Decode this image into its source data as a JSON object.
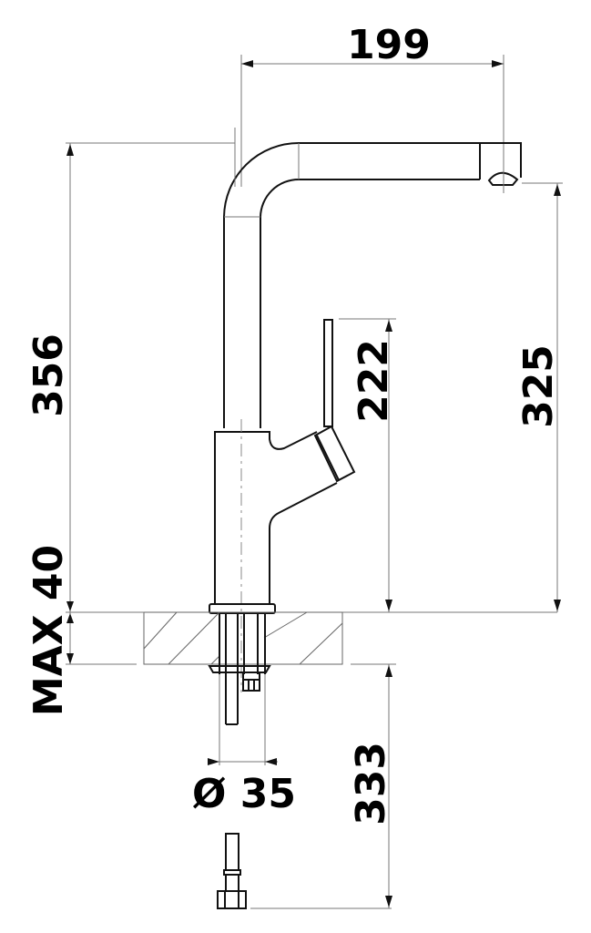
{
  "drawing": {
    "title": "Kitchen faucet technical dimension drawing",
    "units": "mm",
    "line_color": "#111111",
    "dimension_line_color": "#777777",
    "background": "#ffffff"
  },
  "dimensions": {
    "spout_reach": {
      "label": "199",
      "orientation": "horizontal"
    },
    "total_height": {
      "label": "356",
      "orientation": "vertical"
    },
    "lever_height": {
      "label": "222",
      "orientation": "vertical"
    },
    "spout_outlet_height": {
      "label": "325",
      "orientation": "vertical"
    },
    "max_countertop_thickness": {
      "label": "MAX 40",
      "orientation": "vertical"
    },
    "mounting_hole_diameter": {
      "label": "Ø 35",
      "orientation": "horizontal"
    },
    "hose_length": {
      "label": "333",
      "orientation": "vertical"
    }
  },
  "components": [
    "spout-arc",
    "spout-horizontal-arm",
    "aerator-outlet",
    "faucet-body",
    "mixer-lever",
    "lever-cartridge-housing",
    "base-flange",
    "countertop-section",
    "mounting-stud",
    "mounting-nut",
    "supply-hose-connector"
  ]
}
